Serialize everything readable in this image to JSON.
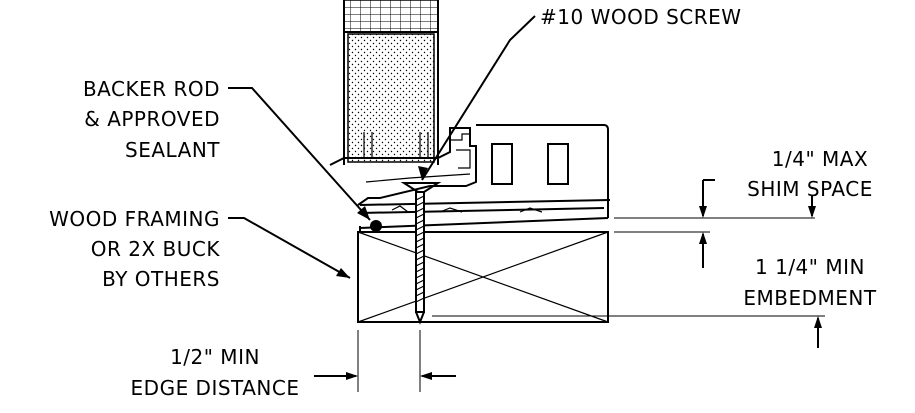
{
  "labels": {
    "screw": "#10 WOOD SCREW",
    "backer_rod_line1": "BACKER ROD",
    "backer_rod_line2": "& APPROVED",
    "backer_rod_line3": "SEALANT",
    "framing_line1": "WOOD FRAMING",
    "framing_line2": "OR 2X BUCK",
    "framing_line3": "BY OTHERS",
    "shim_line1": "1/4\" MAX",
    "shim_line2": "SHIM SPACE",
    "embed_line1": "1 1/4\" MIN",
    "embed_line2": "EMBEDMENT",
    "edge_line1": "1/2\" MIN",
    "edge_line2": "EDGE DISTANCE"
  }
}
